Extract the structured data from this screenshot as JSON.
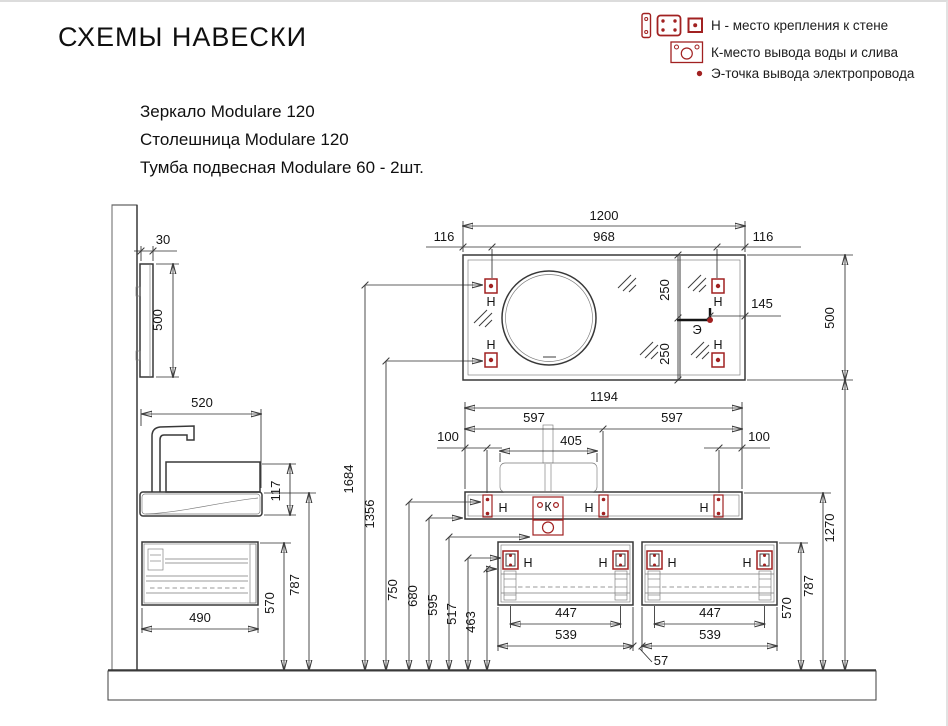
{
  "title": "СХЕМЫ НАВЕСКИ",
  "legend": {
    "h": "Н - место крепления к стене",
    "k": "К-место вывода воды и слива",
    "e": "Э-точка вывода электропровода",
    "icons": [
      "mirror-mount-plate-icon",
      "mount-bracket-icon",
      "screw-point-icon",
      "water-drain-outlet-icon",
      "electric-point-icon"
    ]
  },
  "products": [
    "Зеркало Modulare 120",
    "Столешница Modulare 120",
    "Тумба подвесная Modulare 60 - 2шт."
  ],
  "markers": {
    "h": "Н",
    "k": "К",
    "e": "Э"
  },
  "dims": {
    "d1200": "1200",
    "d968": "968",
    "d116": "116",
    "d250": "250",
    "d145": "145",
    "d500": "500",
    "d30": "30",
    "d520": "520",
    "d117": "117",
    "d490": "490",
    "d570": "570",
    "d787": "787",
    "d1684": "1684",
    "d1356": "1356",
    "d750": "750",
    "d680": "680",
    "d595": "595",
    "d517": "517",
    "d463": "463",
    "d1194": "1194",
    "d597": "597",
    "d100": "100",
    "d405": "405",
    "d447": "447",
    "d539": "539",
    "d57": "57",
    "d1270": "1270"
  },
  "colors": {
    "marker_red": "#a12121",
    "line": "#3c3c3c"
  }
}
